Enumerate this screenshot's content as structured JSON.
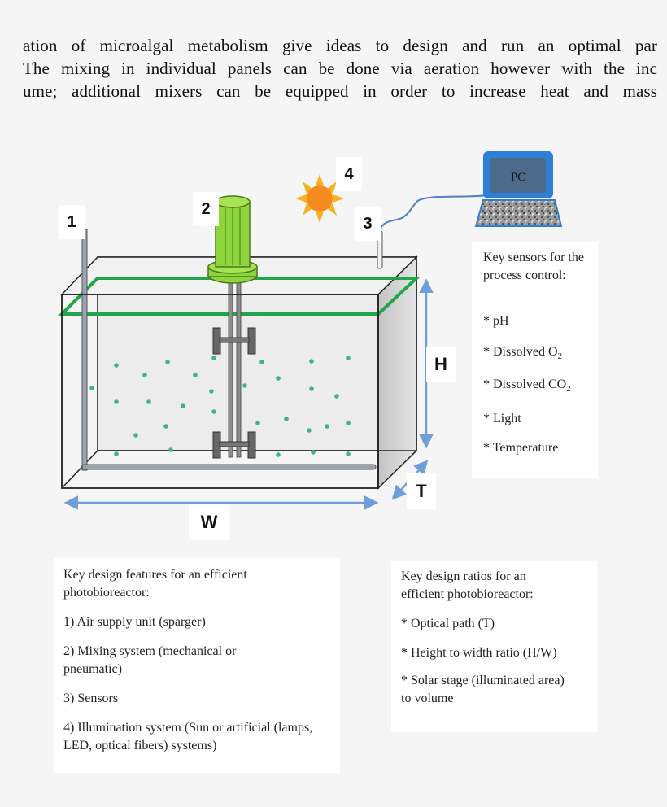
{
  "paragraph": {
    "line1": "ation of microalgal metabolism give ideas to design and run an optimal par",
    "line2": "The mixing in individual panels can be done via aeration however with the inc",
    "line3": "ume; additional mixers can be equipped in order to increase heat and mass"
  },
  "labels": {
    "sparger": "1",
    "mixer": "2",
    "sensor": "3",
    "sun": "4",
    "height": "H",
    "thickness": "T",
    "width": "W",
    "pc": "PC"
  },
  "sensors": {
    "heading": "Key sensors for the process control:",
    "items": [
      "* pH",
      "* Dissolved O",
      "* Dissolved CO",
      "* Light",
      "* Temperature"
    ],
    "subscript": "2"
  },
  "features": {
    "heading": "Key design features for an efficient photobioreactor:",
    "items": [
      "1) Air supply unit (sparger)",
      "2) Mixing system (mechanical or pneumatic)",
      "3) Sensors",
      "4) Illumination system (Sun or artificial (lamps, LED, optical fibers) systems)"
    ]
  },
  "ratios": {
    "heading": "Key design ratios for an efficient photobioreactor:",
    "items": [
      "* Optical path (T)",
      "* Height to width ratio (H/W)",
      "* Solar stage (illuminated area) to volume"
    ]
  },
  "colors": {
    "water_line": "#1fa64a",
    "arrow": "#6f9fd8",
    "motor": "#8ed43c",
    "sun_core": "#f58a1f",
    "sun_rays": "#f7b21b",
    "bubble": "#3fb38a",
    "pc_frame": "#2f7fd6",
    "pc_screen": "#4c6a8a"
  }
}
